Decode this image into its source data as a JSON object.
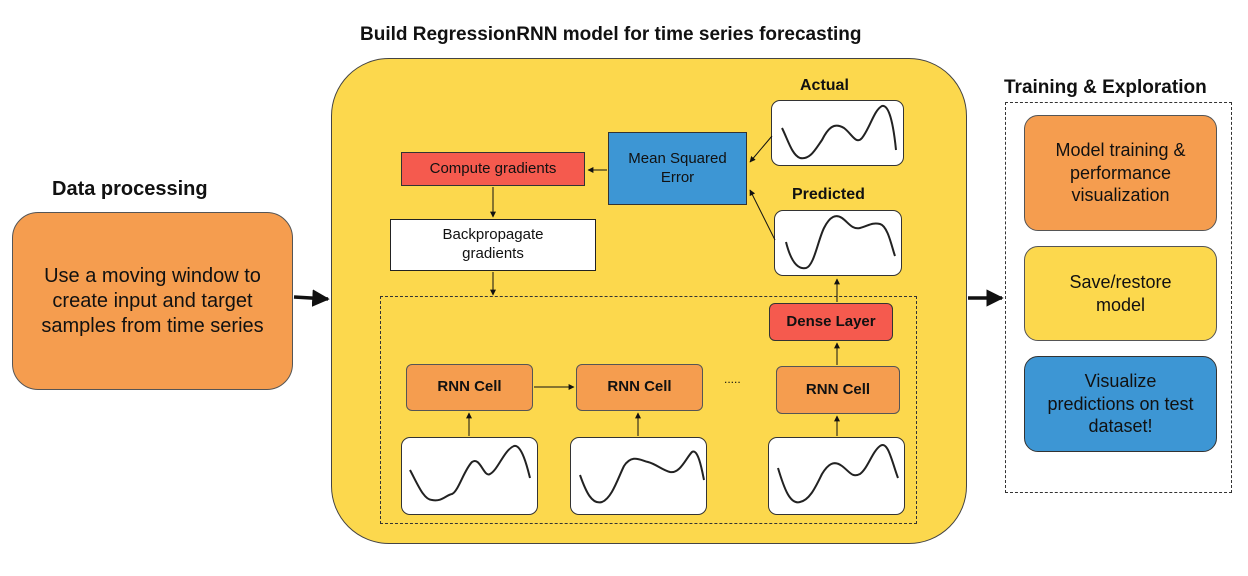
{
  "main_title": "Build RegressionRNN model for time series forecasting",
  "data_processing": {
    "heading": "Data processing",
    "box_text": "Use a moving window to create input and target samples from time series"
  },
  "model": {
    "compute_gradients": "Compute gradients",
    "mse": "Mean Squared Error",
    "backprop": "Backpropagate gradients",
    "actual_label": "Actual",
    "predicted_label": "Predicted",
    "dense_layer": "Dense Layer",
    "rnn_cell_1": "RNN Cell",
    "rnn_cell_2": "RNN Cell",
    "rnn_cell_3": "RNN Cell",
    "ellipsis": "....."
  },
  "training": {
    "heading": "Training & Exploration",
    "model_training": "Model training & performance visualization",
    "save_restore": "Save/restore model",
    "visualize": "Visualize predictions on test dataset!"
  },
  "colors": {
    "yellow": "#fcd84d",
    "orange": "#f59d4f",
    "red": "#f55a4e",
    "blue": "#3d96d4"
  }
}
